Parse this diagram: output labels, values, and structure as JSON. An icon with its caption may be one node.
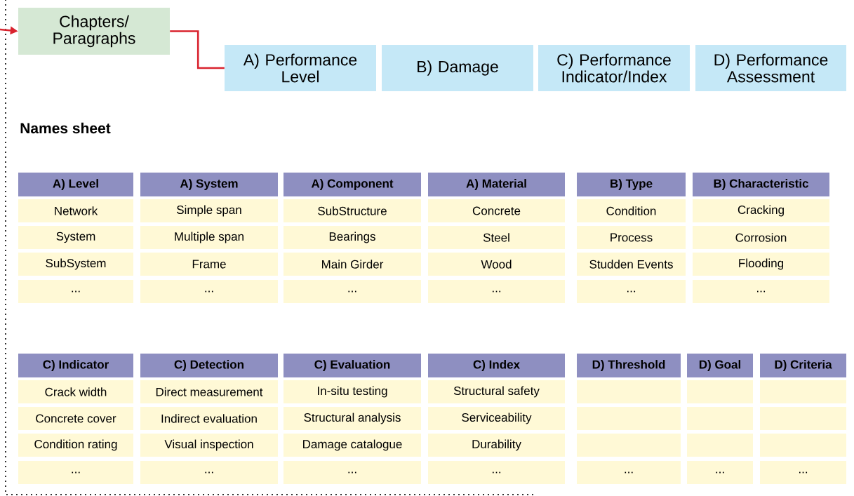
{
  "diagram": {
    "nodes": [
      {
        "text": [
          "Chapters/ Paragraphs"
        ]
      },
      {
        "text": [
          "A) Performance Level"
        ]
      },
      {
        "text": [
          "B) Damage"
        ]
      },
      {
        "text": [
          "C) Performance Indicator/Index"
        ]
      },
      {
        "text": [
          "D) Performance Assessment"
        ]
      }
    ],
    "edges": [
      {
        "from": null,
        "to": 0,
        "arrow": "to",
        "color": "#d9232e"
      },
      {
        "from": 0,
        "to": 1,
        "arrow": "none",
        "color": "#d9232e"
      }
    ],
    "labels": [
      "Names sheet",
      "A) Level",
      "A) System",
      "A) Component",
      "A) Material",
      "B) Type",
      "B) Characteristic",
      "Network",
      "Simple span",
      "SubStructure",
      "Concrete",
      "Condition",
      "Cracking",
      "System",
      "Multiple span",
      "Bearings",
      "Steel",
      "Process",
      "Corrosion",
      "SubSystem",
      "Frame",
      "Main Girder",
      "Wood",
      "Studden Events",
      "Flooding",
      "...",
      "...",
      "...",
      "...",
      "...",
      "...",
      "C) Indicator",
      "C)  Detection",
      "C) Evaluation",
      "C) Index",
      "D) Threshold",
      "D) Goal",
      "D) Criteria",
      "Crack width",
      "Direct measurement",
      "In-situ testing",
      "Structural safety",
      "Concrete cover",
      "Indirect evaluation",
      "Structural analysis",
      "Serviceability",
      "Condition rating",
      "Visual inspection",
      "Damage catalogue",
      "Durability",
      "...",
      "...",
      "...",
      "...",
      "...",
      "...",
      "..."
    ]
  }
}
